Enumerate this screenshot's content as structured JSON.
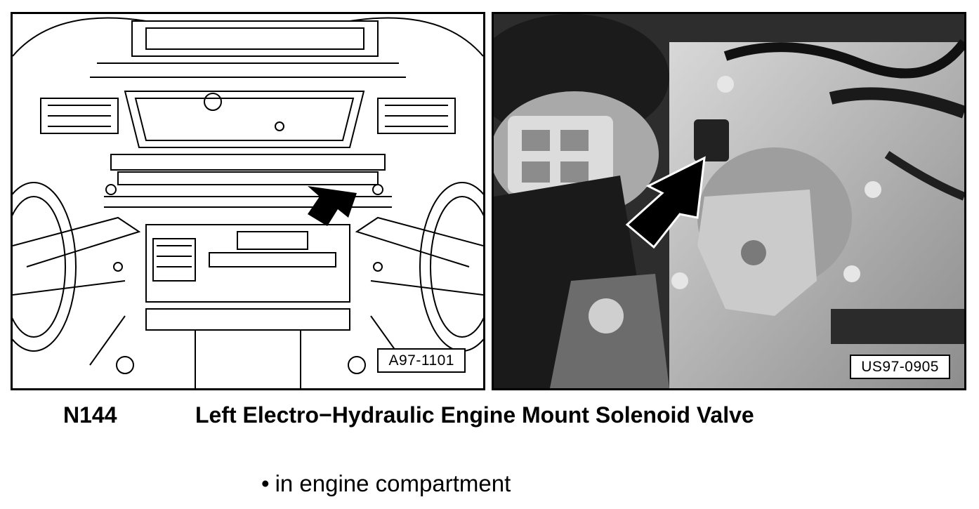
{
  "figures": {
    "left": {
      "reference_code": "A97-1101"
    },
    "right": {
      "reference_code": "US97-0905"
    }
  },
  "component": {
    "code": "N144",
    "name": "Left Electro−Hydraulic Engine Mount Solenoid Valve"
  },
  "notes": [
    {
      "bullet": "•",
      "text": "in engine compartment"
    }
  ],
  "icons": {
    "left_arrow": "arrow-pointer-icon",
    "right_arrow": "arrow-pointer-icon"
  }
}
